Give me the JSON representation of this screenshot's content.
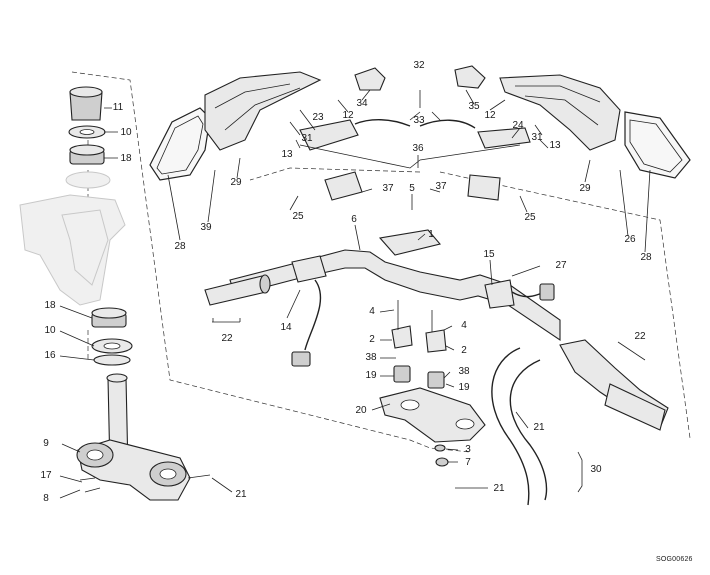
{
  "diagram": {
    "drawing_code": "SOG00626",
    "callouts": [
      {
        "id": "c-11",
        "text": "11"
      },
      {
        "id": "c-10a",
        "text": "10"
      },
      {
        "id": "c-18a",
        "text": "18"
      },
      {
        "id": "c-18b",
        "text": "18"
      },
      {
        "id": "c-10b",
        "text": "10"
      },
      {
        "id": "c-16",
        "text": "16"
      },
      {
        "id": "c-9",
        "text": "9"
      },
      {
        "id": "c-17",
        "text": "17"
      },
      {
        "id": "c-8",
        "text": "8"
      },
      {
        "id": "c-21a",
        "text": "21"
      },
      {
        "id": "c-28a",
        "text": "28"
      },
      {
        "id": "c-39",
        "text": "39"
      },
      {
        "id": "c-29a",
        "text": "29"
      },
      {
        "id": "c-13a",
        "text": "13"
      },
      {
        "id": "c-31a",
        "text": "31"
      },
      {
        "id": "c-23",
        "text": "23"
      },
      {
        "id": "c-12a",
        "text": "12"
      },
      {
        "id": "c-34",
        "text": "34"
      },
      {
        "id": "c-32",
        "text": "32"
      },
      {
        "id": "c-33",
        "text": "33"
      },
      {
        "id": "c-35",
        "text": "35"
      },
      {
        "id": "c-12b",
        "text": "12"
      },
      {
        "id": "c-24",
        "text": "24"
      },
      {
        "id": "c-31b",
        "text": "31"
      },
      {
        "id": "c-13b",
        "text": "13"
      },
      {
        "id": "c-29b",
        "text": "29"
      },
      {
        "id": "c-26",
        "text": "26"
      },
      {
        "id": "c-28b",
        "text": "28"
      },
      {
        "id": "c-36",
        "text": "36"
      },
      {
        "id": "c-25a",
        "text": "25"
      },
      {
        "id": "c-37a",
        "text": "37"
      },
      {
        "id": "c-37b",
        "text": "37"
      },
      {
        "id": "c-25b",
        "text": "25"
      },
      {
        "id": "c-5",
        "text": "5"
      },
      {
        "id": "c-6",
        "text": "6"
      },
      {
        "id": "c-1",
        "text": "1"
      },
      {
        "id": "c-15",
        "text": "15"
      },
      {
        "id": "c-27",
        "text": "27"
      },
      {
        "id": "c-14",
        "text": "14"
      },
      {
        "id": "c-22a",
        "text": "22"
      },
      {
        "id": "c-4a",
        "text": "4"
      },
      {
        "id": "c-4b",
        "text": "4"
      },
      {
        "id": "c-2a",
        "text": "2"
      },
      {
        "id": "c-2b",
        "text": "2"
      },
      {
        "id": "c-38a",
        "text": "38"
      },
      {
        "id": "c-38b",
        "text": "38"
      },
      {
        "id": "c-19a",
        "text": "19"
      },
      {
        "id": "c-19b",
        "text": "19"
      },
      {
        "id": "c-20",
        "text": "20"
      },
      {
        "id": "c-22b",
        "text": "22"
      },
      {
        "id": "c-21b",
        "text": "21"
      },
      {
        "id": "c-3",
        "text": "3"
      },
      {
        "id": "c-7",
        "text": "7"
      },
      {
        "id": "c-21c",
        "text": "21"
      },
      {
        "id": "c-30",
        "text": "30"
      }
    ]
  }
}
